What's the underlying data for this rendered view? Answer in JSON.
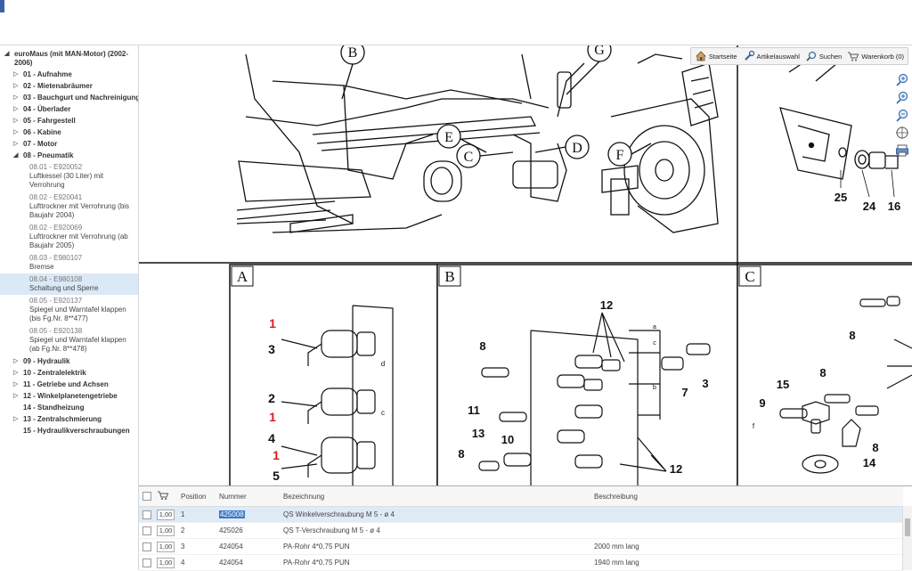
{
  "tree": {
    "root": "euroMaus (mit MAN-Motor) (2002-2006)",
    "items_before": [
      "01 - Aufnahme",
      "02 - Mietenabräumer",
      "03 - Bauchgurt und Nachreinigung",
      "04 - Überlader",
      "05 - Fahrgestell",
      "06 - Kabine",
      "07 - Motor"
    ],
    "open_item": "08 - Pneumatik",
    "leaves": [
      {
        "code": "08.01 - E920052",
        "label": "Luftkessel (30 Liter) mit Verrohrung"
      },
      {
        "code": "08.02 - E920041",
        "label": "Lufttrockner mit Verrohrung (bis Baujahr 2004)"
      },
      {
        "code": "08.02 - E920069",
        "label": "Lufttrockner mit Verrohrung (ab Baujahr 2005)"
      },
      {
        "code": "08.03 - E980107",
        "label": "Bremse"
      },
      {
        "code": "08.04 - E980108",
        "label": "Schaltung und Sperre"
      },
      {
        "code": "08.05 - E920137",
        "label": "Spiegel und Warntafel klappen (bis Fg.Nr. 8**477)"
      },
      {
        "code": "08.05 - E920138",
        "label": "Spiegel und Warntafel klappen (ab Fg.Nr. 8**478)"
      }
    ],
    "items_after": [
      "09 - Hydraulik",
      "10 - Zentralelektrik",
      "11 - Getriebe und Achsen",
      "12 - Winkelplanetengetriebe",
      "14 - Standheizung",
      "13 - Zentralschmierung",
      "15 - Hydraulikverschraubungen"
    ]
  },
  "toolbar": {
    "home": "Startseite",
    "articles": "Artikelauswahl",
    "search": "Suchen",
    "cart": "Warenkorb (0)"
  },
  "drawing": {
    "callouts": {
      "b": "B",
      "g": "G",
      "e": "E",
      "c": "C",
      "d": "D",
      "f": "F"
    },
    "panels": {
      "a": "A",
      "b": "B",
      "c": "C"
    },
    "labels_right": {
      "n25": "25",
      "n24": "24",
      "n16": "16"
    },
    "labels_a": {
      "n1a": "1",
      "n3": "3",
      "n2": "2",
      "n1b": "1",
      "n4": "4",
      "n1c": "1",
      "n5": "5",
      "d": "d",
      "c": "c"
    },
    "labels_b": {
      "n12a": "12",
      "n8a": "8",
      "n7": "7",
      "n3": "3",
      "n11": "11",
      "n13": "13",
      "n10": "10",
      "n8b": "8",
      "n12b": "12",
      "a": "a",
      "b": "b",
      "c": "c"
    },
    "labels_c": {
      "n8a": "8",
      "n8b": "8",
      "n15": "15",
      "n9": "9",
      "n8c": "8",
      "n14": "14",
      "f": "f"
    }
  },
  "grid": {
    "headers": {
      "position": "Position",
      "nummer": "Nummer",
      "bezeichnung": "Bezeichnung",
      "beschreibung": "Beschreibung"
    },
    "rows": [
      {
        "qty": "1,00",
        "position": "1",
        "nummer": "425008",
        "bezeichnung": "QS Winkelverschraubung M 5 - ø 4",
        "beschreibung": ""
      },
      {
        "qty": "1,00",
        "position": "2",
        "nummer": "425026",
        "bezeichnung": "QS T-Verschraubung M 5 - ø 4",
        "beschreibung": ""
      },
      {
        "qty": "1,00",
        "position": "3",
        "nummer": "424054",
        "bezeichnung": "PA-Rohr 4*0.75 PUN",
        "beschreibung": "2000 mm lang"
      },
      {
        "qty": "1,00",
        "position": "4",
        "nummer": "424054",
        "bezeichnung": "PA-Rohr 4*0.75 PUN",
        "beschreibung": "1940 mm lang"
      }
    ]
  },
  "colors": {
    "accent": "#3a5fa8",
    "selection": "#dbe8f6",
    "red_label": "#d61f1f"
  }
}
